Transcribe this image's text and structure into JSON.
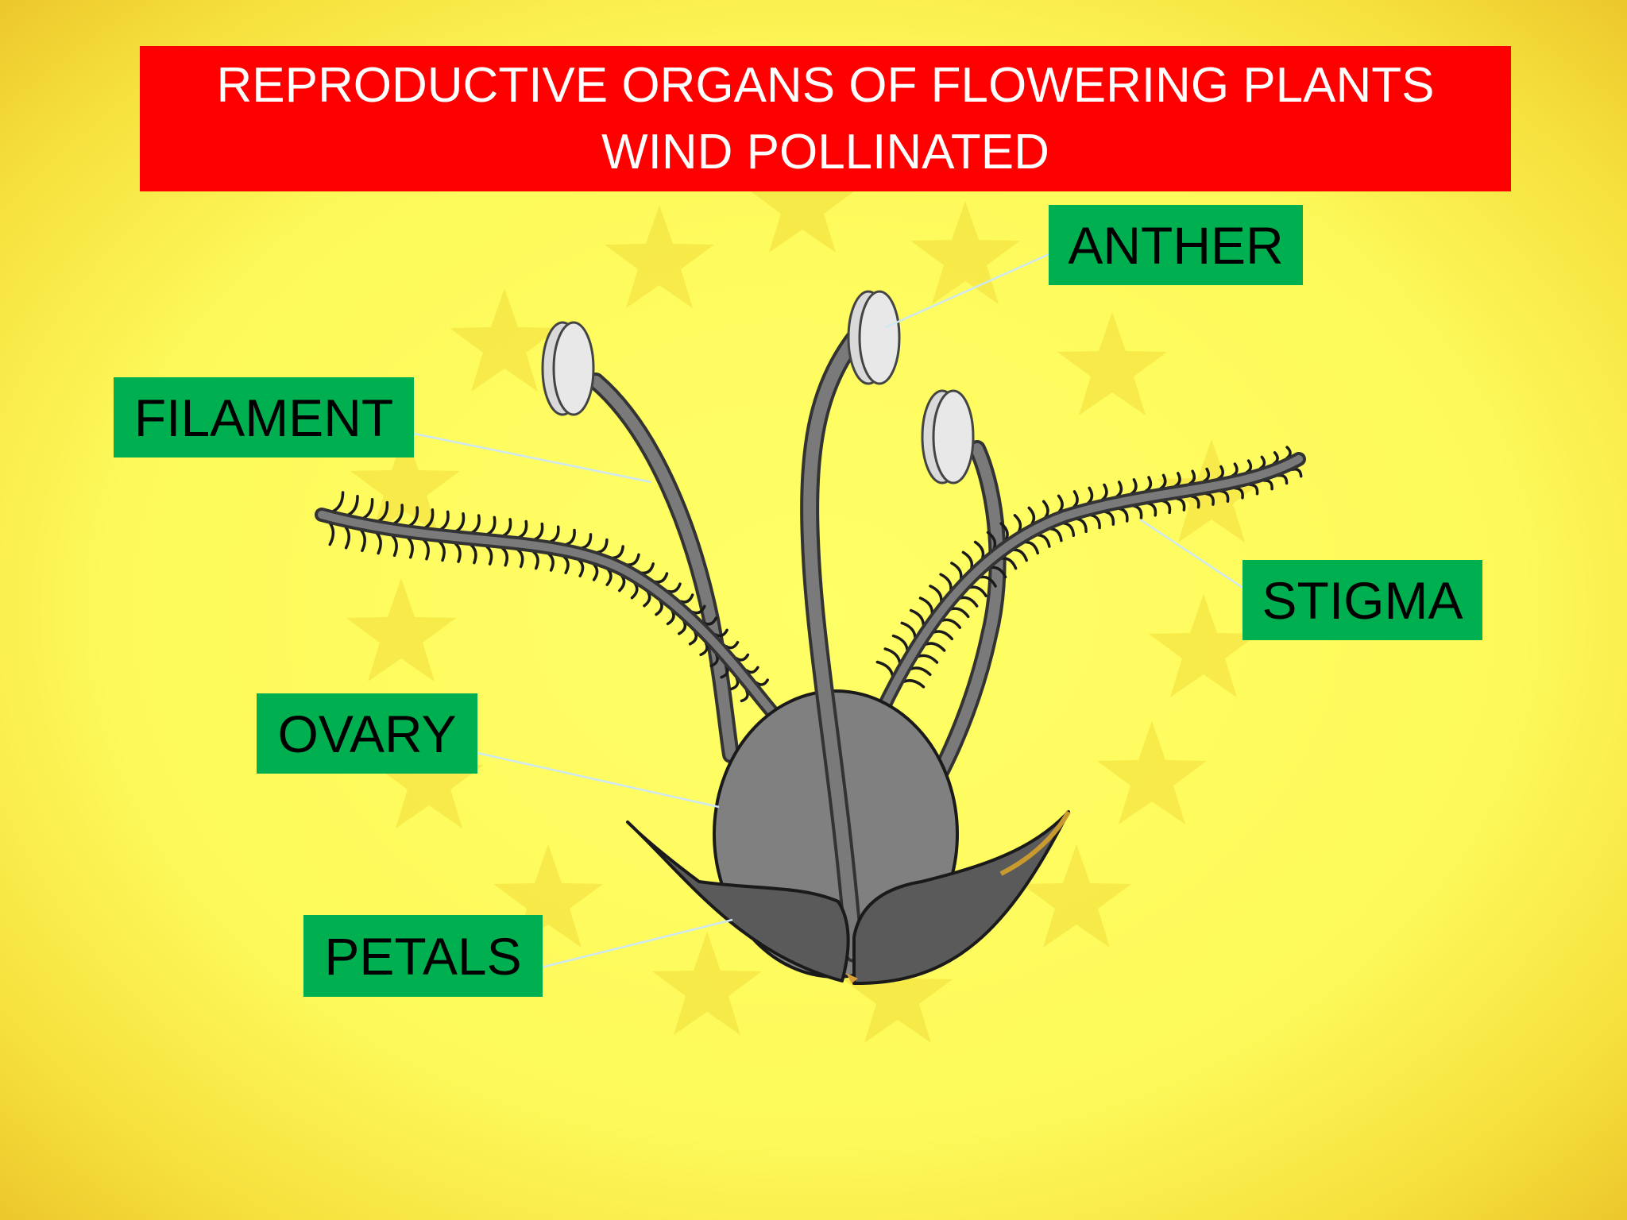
{
  "title": {
    "line1": "REPRODUCTIVE ORGANS OF FLOWERING PLANTS",
    "line2": "WIND POLLINATED"
  },
  "labels": {
    "anther": "ANTHER",
    "filament": "FILAMENT",
    "stigma": "STIGMA",
    "ovary": "OVARY",
    "petals": "PETALS"
  },
  "colors": {
    "background": "#ffff66",
    "title_banner": "#ff0000",
    "title_text": "#ffffff",
    "label_box": "#00b050",
    "label_text": "#000000",
    "ovary": "#808080",
    "petals": "#606060",
    "anther": "#d9d9d9",
    "leader_line": "#cfe8f5"
  }
}
